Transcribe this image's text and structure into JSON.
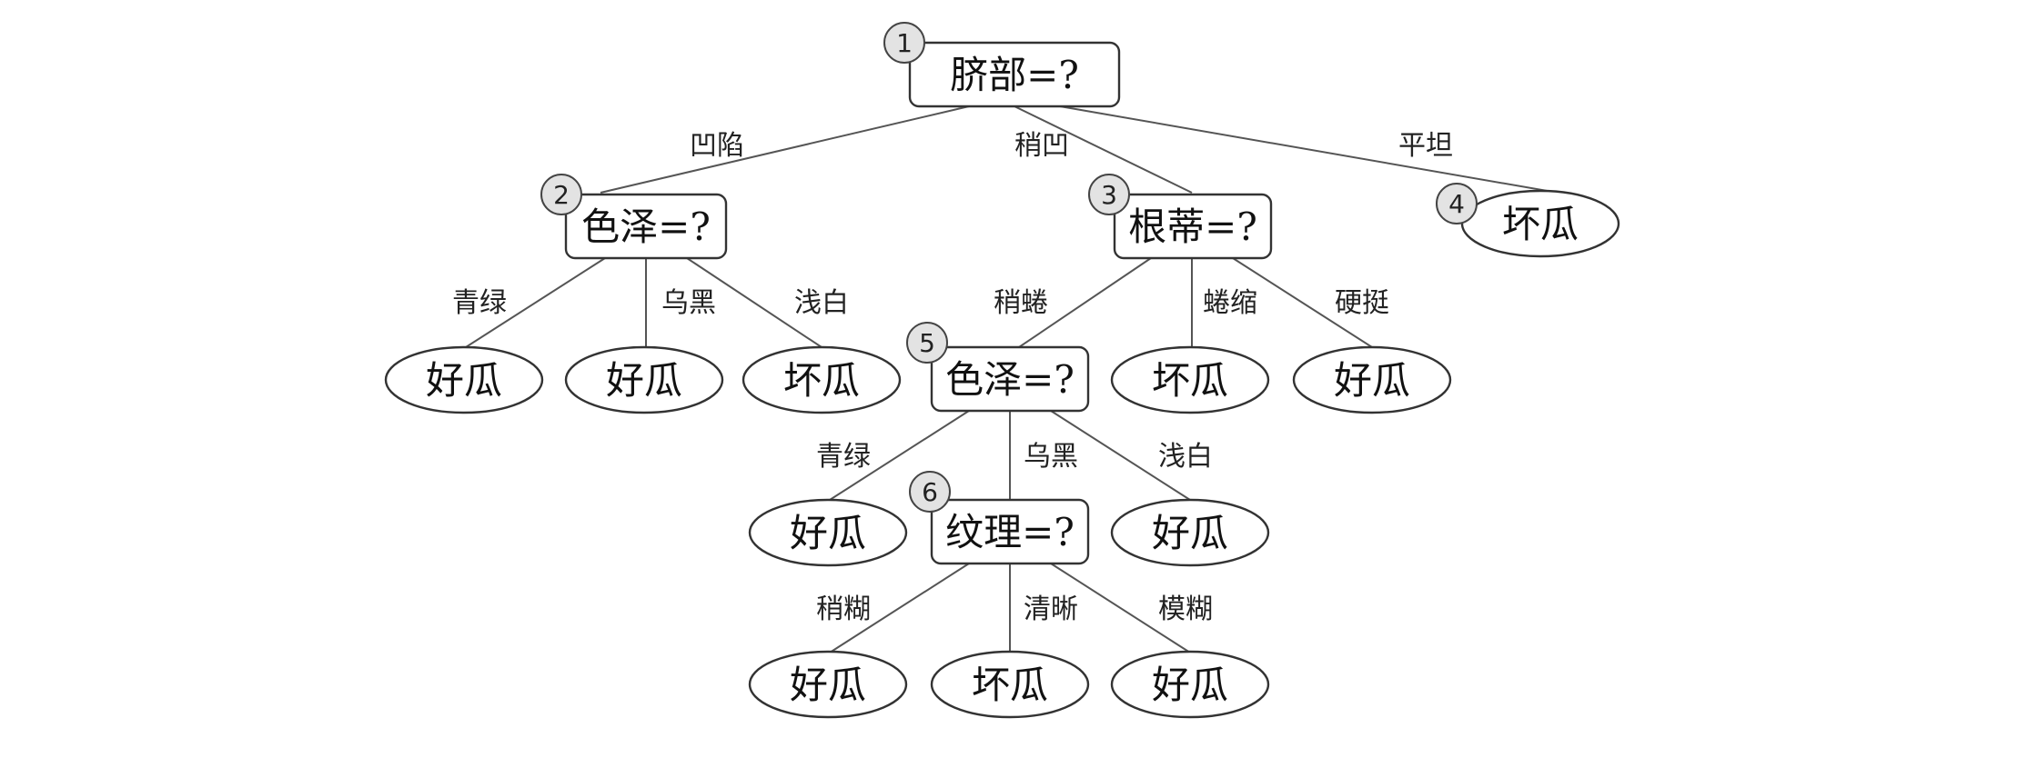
{
  "nodes": {
    "n1": {
      "num": "1",
      "label": "脐部=?"
    },
    "n2": {
      "num": "2",
      "label": "色泽=?"
    },
    "n3": {
      "num": "3",
      "label": "根蒂=?"
    },
    "n4": {
      "num": "4",
      "label": "坏瓜"
    },
    "n5": {
      "num": "5",
      "label": "色泽=?"
    },
    "n6": {
      "num": "6",
      "label": "纹理=?"
    },
    "l2a": {
      "label": "好瓜"
    },
    "l2b": {
      "label": "好瓜"
    },
    "l2c": {
      "label": "坏瓜"
    },
    "l3b": {
      "label": "坏瓜"
    },
    "l3c": {
      "label": "好瓜"
    },
    "l5a": {
      "label": "好瓜"
    },
    "l5c": {
      "label": "好瓜"
    },
    "l6a": {
      "label": "好瓜"
    },
    "l6b": {
      "label": "坏瓜"
    },
    "l6c": {
      "label": "好瓜"
    }
  },
  "edges": {
    "e1_2": "凹陷",
    "e1_3": "稍凹",
    "e1_4": "平坦",
    "e2_a": "青绿",
    "e2_b": "乌黑",
    "e2_c": "浅白",
    "e3_5": "稍蜷",
    "e3_b": "蜷缩",
    "e3_c": "硬挺",
    "e5_a": "青绿",
    "e5_6": "乌黑",
    "e5_c": "浅白",
    "e6_a": "稍糊",
    "e6_b": "清晰",
    "e6_c": "模糊"
  }
}
